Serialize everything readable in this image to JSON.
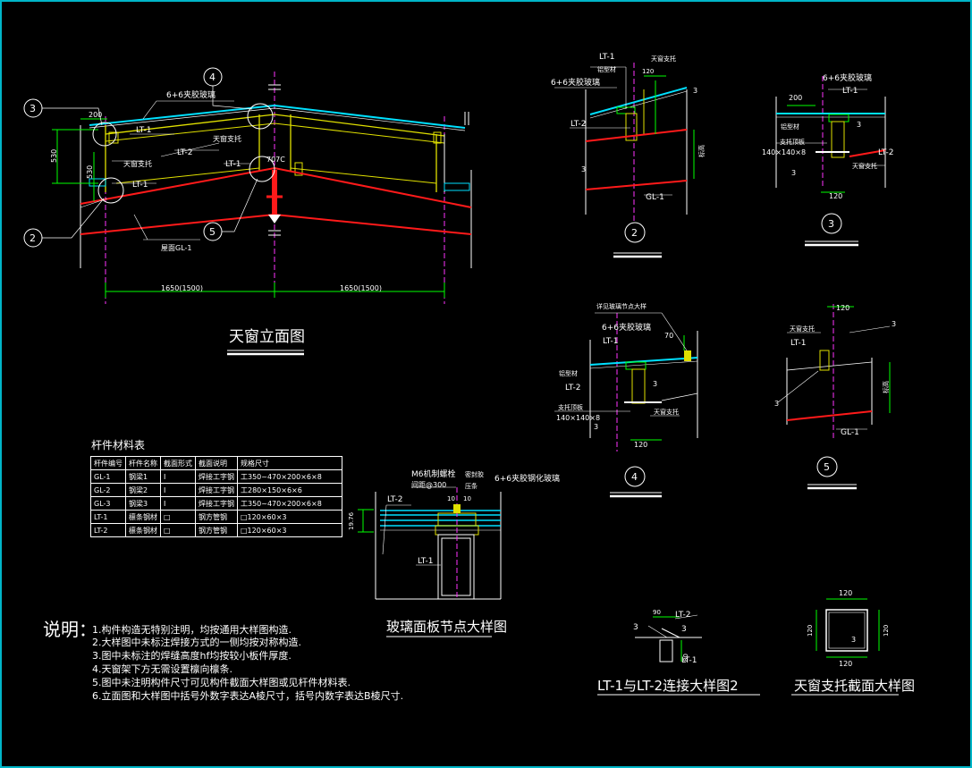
{
  "elevation": {
    "title": "天窗立面图",
    "dims": {
      "left_span": "1650(1500)",
      "right_span": "1650(1500)",
      "h530a": "530",
      "h530b": "530",
      "d200": "200",
      "d707": "707C"
    },
    "labels": {
      "glass": "6+6夹胶玻璃",
      "lt1a": "LT-1",
      "lt2": "LT-2",
      "support": "天窗支托",
      "support2": "天窗支托",
      "lt1b": "LT-1",
      "lt1c": "LT-1",
      "gl1": "屋面GL-1"
    },
    "callouts": [
      "3",
      "4",
      "2",
      "5"
    ]
  },
  "detail2": {
    "id": "2",
    "labels": {
      "lt1": "LT-1",
      "glass": "6+6夹胶玻璃",
      "alum": "铝型材",
      "support": "天窗支托",
      "dim": "120",
      "lt2": "LT-2",
      "w3a": "3",
      "w3b": "3",
      "gl1": "GL-1",
      "side": "标高"
    }
  },
  "detail3": {
    "id": "3",
    "labels": {
      "glass": "6+6夹胶玻璃",
      "dim200": "200",
      "lt1": "LT-1",
      "alum": "铝型材",
      "w3": "3",
      "plate_name": "支托顶板",
      "plate": "140×140×8",
      "lt2": "LT-2",
      "support": "天窗支托",
      "dim120": "120",
      "w3b": "3"
    }
  },
  "detail4": {
    "id": "4",
    "labels": {
      "node": "详见玻璃节点大样",
      "glass": "6+6夹胶玻璃",
      "dim70": "70",
      "lt1": "LT-1",
      "alum": "铝型材",
      "lt2": "LT-2",
      "w3": "3",
      "plate_name": "支托顶板",
      "plate": "140×140×8",
      "support": "天窗支托",
      "w3b": "3",
      "dim120": "120"
    }
  },
  "detail5": {
    "id": "5",
    "labels": {
      "dim120": "120",
      "support": "天窗支托",
      "w3": "3",
      "lt1": "LT-1",
      "w3b": "3",
      "gl1": "GL-1",
      "side": "标高"
    }
  },
  "material_table": {
    "title": "杆件材料表",
    "headers": [
      "杆件编号",
      "杆件名称",
      "截面形式",
      "截面说明",
      "规格尺寸"
    ],
    "rows": [
      [
        "GL-1",
        "钢梁1",
        "I",
        "焊接工字钢",
        "工350~470×200×6×8"
      ],
      [
        "GL-2",
        "钢梁2",
        "I",
        "焊接工字钢",
        "工280×150×6×6"
      ],
      [
        "GL-3",
        "钢梁3",
        "I",
        "焊接工字钢",
        "工350~470×200×6×8"
      ],
      [
        "LT-1",
        "檩条钢材",
        "□",
        "钢方管钢",
        "□120×60×3"
      ],
      [
        "LT-2",
        "檩条钢材",
        "□",
        "钢方管钢",
        "□120×60×3"
      ]
    ]
  },
  "glass_node": {
    "title": "玻璃面板节点大样图",
    "labels": {
      "m6": "M6机制螺栓",
      "spacing": "间距@300",
      "bolt": "密封胶",
      "glass": "6+6夹胶钢化玻璃",
      "lt2": "LT-2",
      "h": "19.76",
      "lt1": "LT-1",
      "d10": "10",
      "d10b": "10",
      "bar": "压条"
    }
  },
  "connection": {
    "title": "LT-1与LT-2连接大样图2",
    "labels": {
      "d90": "90",
      "lt2": "LT-2",
      "w3a": "3",
      "w3b": "3",
      "h": "80",
      "lt1": "LT-1"
    }
  },
  "support_section": {
    "title": "天窗支托截面大样图",
    "labels": {
      "top": "120",
      "left": "120",
      "right": "120",
      "bottom": "120",
      "t3": "3"
    }
  },
  "notes": {
    "label": "说明：",
    "items": [
      "1.构件构造无特别注明，均按通用大样图构造.",
      "2.大样图中未标注焊接方式的一侧均按对称构造.",
      "3.图中未标注的焊缝高度hf均按较小板件厚度.",
      "4.天窗架下方无需设置檩向檩条.",
      "5.图中未注明构件尺寸可见构件截面大样图或见杆件材料表.",
      "6.立面图和大样图中括号外数字表达A棱尺寸，括号内数字表达B棱尺寸."
    ]
  },
  "colors": {
    "red": "#ff1a1a",
    "yellow": "#e0e000",
    "cyan": "#00e0ff",
    "green": "#00ff00",
    "magenta": "#ff33ff",
    "white": "#ffffff",
    "border": "#00b6c8"
  }
}
